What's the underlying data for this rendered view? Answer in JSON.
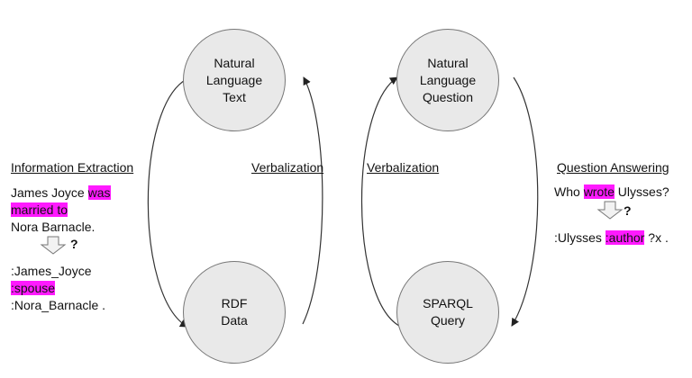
{
  "nodes": {
    "nl_text": {
      "line1": "Natural",
      "line2": "Language",
      "line3": "Text"
    },
    "nl_question": {
      "line1": "Natural",
      "line2": "Language",
      "line3": "Question"
    },
    "rdf": {
      "line1": "RDF",
      "line2": "Data"
    },
    "sparql": {
      "line1": "SPARQL",
      "line2": "Query"
    }
  },
  "labels": {
    "information_extraction": "Information Extraction",
    "verbalization_left": "Verbalization",
    "verbalization_right": "Verbalization",
    "question_answering": "Question Answering"
  },
  "ie_example": {
    "line1_prefix": "James Joyce ",
    "line1_highlight": "was",
    "line2_highlight": "married to",
    "line3": "Nora Barnacle.",
    "question_mark": "?",
    "triple_subject": ":James_Joyce",
    "triple_predicate": ":spouse",
    "triple_object": ":Nora_Barnacle ."
  },
  "qa_example": {
    "question_prefix": "Who ",
    "question_highlight": "wrote",
    "question_suffix": " Ulysses?",
    "question_mark": "?",
    "query_prefix": ":Ulysses ",
    "query_highlight": ":author",
    "query_suffix": " ?x ."
  },
  "colors": {
    "highlight": "#ff1aff",
    "node_fill": "#e9e9e9",
    "arrow_fill": "#f2f2f2"
  }
}
